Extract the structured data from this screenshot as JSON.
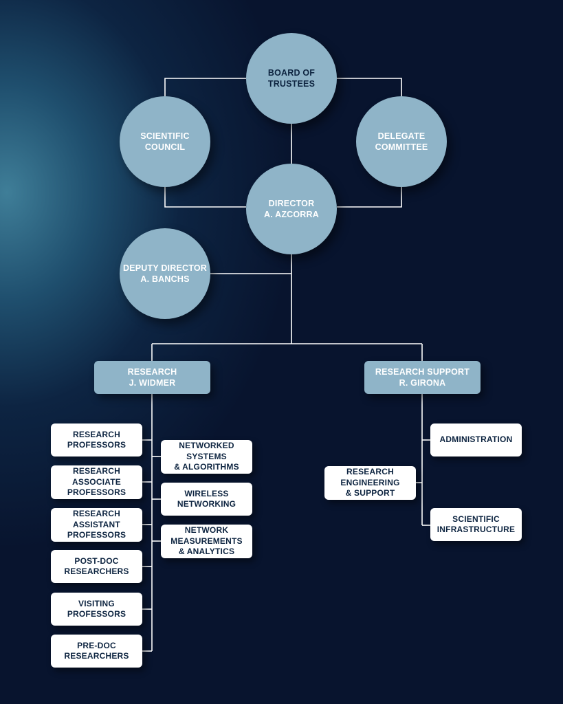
{
  "colors": {
    "background": "#08142e",
    "node_fill": "#8fb4c8",
    "box_fill": "#ffffff",
    "connector": "#ffffff",
    "text_dark": "#0d2440"
  },
  "nodes": {
    "board": {
      "line1": "BOARD OF",
      "line2": "TRUSTEES"
    },
    "scientific_council": {
      "line1": "SCIENTIFIC",
      "line2": "COUNCIL"
    },
    "delegate_committee": {
      "line1": "DELEGATE",
      "line2": "COMMITTEE"
    },
    "director": {
      "role": "DIRECTOR",
      "name": "A. AZCORRA"
    },
    "deputy_director": {
      "role": "DEPUTY DIRECTOR",
      "name": "A. BANCHS"
    },
    "research": {
      "role": "RESEARCH",
      "name": "J. WIDMER"
    },
    "research_support": {
      "role": "RESEARCH SUPPORT",
      "name": "R. GIRONA"
    }
  },
  "research_staff": [
    {
      "lines": [
        "RESEARCH",
        "PROFESSORS"
      ]
    },
    {
      "lines": [
        "RESEARCH",
        "ASSOCIATE",
        "PROFESSORS"
      ]
    },
    {
      "lines": [
        "RESEARCH",
        "ASSISTANT",
        "PROFESSORS"
      ]
    },
    {
      "lines": [
        "POST-DOC",
        "RESEARCHERS"
      ]
    },
    {
      "lines": [
        "VISITING",
        "PROFESSORS"
      ]
    },
    {
      "lines": [
        "PRE-DOC",
        "RESEARCHERS"
      ]
    }
  ],
  "research_groups": [
    {
      "lines": [
        "NETWORKED",
        "SYSTEMS",
        "& ALGORITHMS"
      ]
    },
    {
      "lines": [
        "WIRELESS",
        "NETWORKING"
      ]
    },
    {
      "lines": [
        "NETWORK",
        "MEASUREMENTS",
        "& ANALYTICS"
      ]
    }
  ],
  "support_units": [
    {
      "lines": [
        "ADMINISTRATION"
      ]
    },
    {
      "lines": [
        "RESEARCH",
        "ENGINEERING",
        "& SUPPORT"
      ]
    },
    {
      "lines": [
        "SCIENTIFIC",
        "INFRASTRUCTURE"
      ]
    }
  ]
}
